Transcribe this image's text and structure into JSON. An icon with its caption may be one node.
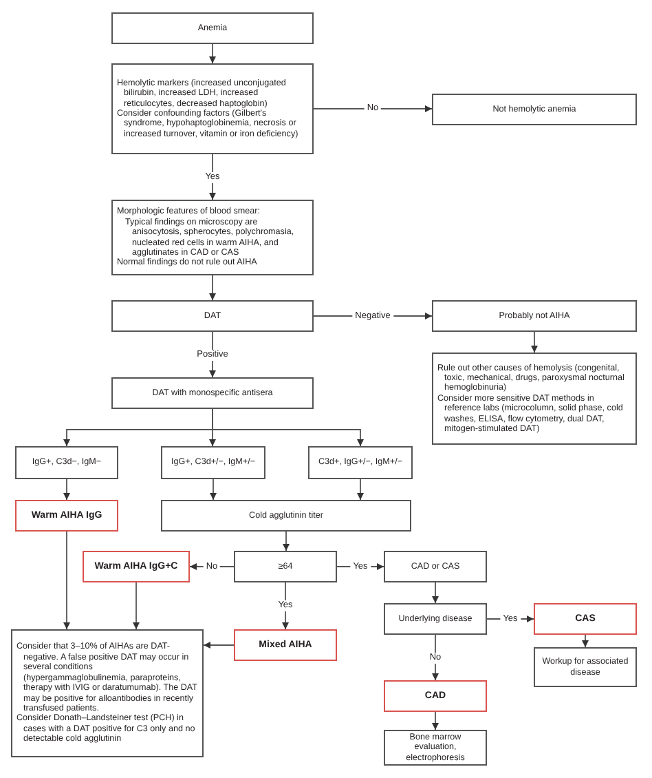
{
  "diagram": {
    "nodes": [
      {
        "text": [
          "Anemia"
        ]
      },
      {
        "text": [
          "Hemolytic markers (increased unconjugated bilirubin, increased LDH, increased reticulocytes, decreased haptoglobin)",
          "Consider confounding factors (Gilbert's syndrome, hypohaptoglobinemia, necrosis or increased turnover, vitamin or iron deficiency)"
        ]
      },
      {
        "text": [
          "Not hemolytic anemia"
        ]
      },
      {
        "text": [
          "Morphologic features of blood smear:",
          "Typical findings on microscopy are anisocytosis, spherocytes, polychromasia, nucleated red cells in warm AIHA, and agglutinates in CAD or CAS",
          "Normal findings do not rule out AIHA"
        ]
      },
      {
        "text": [
          "DAT"
        ]
      },
      {
        "text": [
          "Probably not AIHA"
        ]
      },
      {
        "text": [
          "Rule out other causes of hemolysis (congenital, toxic, mechanical, drugs, paroxysmal nocturnal hemoglobinuria)",
          "Consider more sensitive DAT methods in reference labs (microcolumn, solid phase, cold washes, ELISA, flow cytometry, dual DAT, mitogen-stimulated DAT)"
        ]
      },
      {
        "text": [
          "DAT with monospecific antisera"
        ]
      },
      {
        "text": [
          "IgG+, C3d−, IgM−"
        ]
      },
      {
        "text": [
          "IgG+, C3d+/−, IgM+/−"
        ]
      },
      {
        "text": [
          "C3d+, IgG+/−, IgM+/−"
        ]
      },
      {
        "text": [
          "Warm AIHA IgG"
        ]
      },
      {
        "text": [
          "Cold agglutinin titer"
        ]
      },
      {
        "text": [
          "Warm AIHA IgG+C"
        ]
      },
      {
        "text": [
          "≥64"
        ]
      },
      {
        "text": [
          "CAD or CAS"
        ]
      },
      {
        "text": [
          "Consider that 3–10% of AIHAs are DAT-negative. A false positive DAT may occur in several conditions (hypergammaglobulinemia, paraproteins, therapy with IVIG or daratumumab). The DAT may be positive for alloantibodies in recently transfused patients.",
          "Consider Donath–Landsteiner test (PCH) in cases with a DAT positive for C3 only and no detectable cold agglutinin"
        ]
      },
      {
        "text": [
          "Mixed AIHA"
        ]
      },
      {
        "text": [
          "Underlying disease"
        ]
      },
      {
        "text": [
          "CAS"
        ]
      },
      {
        "text": [
          "Workup for associated disease"
        ]
      },
      {
        "text": [
          "CAD"
        ]
      },
      {
        "text": [
          "Bone marrow evaluation, electrophoresis"
        ]
      }
    ],
    "edges": [
      {
        "from": 0,
        "to": 1,
        "arrow": "to"
      },
      {
        "from": 1,
        "to": 2,
        "arrow": "to",
        "label": "No"
      },
      {
        "from": 1,
        "to": 3,
        "arrow": "to",
        "label": "Yes"
      },
      {
        "from": 3,
        "to": 4,
        "arrow": "to"
      },
      {
        "from": 4,
        "to": 5,
        "arrow": "to",
        "label": "Negative"
      },
      {
        "from": 4,
        "to": 7,
        "arrow": "to",
        "label": "Positive"
      },
      {
        "from": 5,
        "to": 6,
        "arrow": "to"
      },
      {
        "from": 7,
        "to": 8,
        "arrow": "to"
      },
      {
        "from": 7,
        "to": 9,
        "arrow": "to"
      },
      {
        "from": 7,
        "to": 10,
        "arrow": "to"
      },
      {
        "from": 8,
        "to": 11,
        "arrow": "to"
      },
      {
        "from": 9,
        "to": 12,
        "arrow": "to"
      },
      {
        "from": 10,
        "to": 12,
        "arrow": "to"
      },
      {
        "from": 11,
        "to": 16,
        "arrow": "to"
      },
      {
        "from": 12,
        "to": 14,
        "arrow": "to"
      },
      {
        "from": 14,
        "to": 13,
        "arrow": "to",
        "label": "No"
      },
      {
        "from": 14,
        "to": 15,
        "arrow": "to",
        "label": "Yes"
      },
      {
        "from": 14,
        "to": 17,
        "arrow": "to",
        "label": "Yes"
      },
      {
        "from": 13,
        "to": 16,
        "arrow": "to"
      },
      {
        "from": 17,
        "to": 16,
        "arrow": "to"
      },
      {
        "from": 15,
        "to": 18,
        "arrow": "to"
      },
      {
        "from": 18,
        "to": 19,
        "arrow": "to",
        "label": "Yes"
      },
      {
        "from": 18,
        "to": 21,
        "arrow": "to",
        "label": "No"
      },
      {
        "from": 19,
        "to": 20,
        "arrow": "to"
      },
      {
        "from": 21,
        "to": 22,
        "arrow": "to"
      }
    ]
  }
}
